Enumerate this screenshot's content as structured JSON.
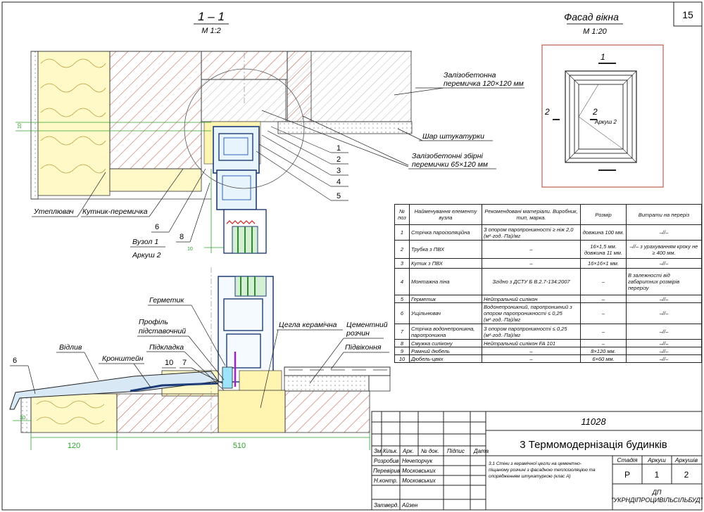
{
  "sheet_no": "15",
  "section": {
    "title": "1 – 1",
    "scale": "М 1:2"
  },
  "facade": {
    "title": "Фасад вікна",
    "scale": "М 1:20",
    "mark1": "1",
    "mark2": "2",
    "mark2b": "2",
    "sheet_ref": "Аркуш 2"
  },
  "callouts": {
    "lintel": "Залізобетонна перемичка 120×120 мм",
    "plaster": "Шар штукатурки",
    "prefab": "Залізобетонні збірні перемички 65×120 мм",
    "insulation": "Утеплювач",
    "corner": "Кутник-перемичка",
    "node": "Вузол 1",
    "sheet": "Аркуш 2",
    "sealant": "Герметик",
    "profile": "Профіль підставочний",
    "pad": "Підкладка",
    "bracket": "Кронштейн",
    "drip": "Відлив",
    "brick": "Цегла керамічна",
    "mortar": "Цементний розчин",
    "sill": "Підвіконня"
  },
  "nums": {
    "n1": "1",
    "n2": "2",
    "n3": "3",
    "n4": "4",
    "n5": "5",
    "n6": "6",
    "n8": "8",
    "n6b": "6",
    "n10": "10",
    "n7": "7"
  },
  "dims": {
    "d10a": "10",
    "d10b": "10",
    "d30": "30",
    "d120": "120",
    "d510": "510"
  },
  "spec": {
    "headers": [
      "№ поз",
      "Найменування елементу вузла",
      "Рекомендовані матеріали. Виробник, тип, марка.",
      "Розмір",
      "Витрати на переріз"
    ],
    "rows": [
      {
        "no": "1",
        "name": "Стрічка пароізоляційна",
        "mat": "З опором паропроникності ≥ ніж 2,0 (м²·год.·Па)/мг",
        "size": "довжина 100 мм.",
        "use": "–//–"
      },
      {
        "no": "2",
        "name": "Трубка з ПВХ",
        "mat": "–",
        "size": "16×1,5 мм. довжина 11 мм.",
        "use": "–//– з урахуванням кроку не ≥ 400 мм."
      },
      {
        "no": "3",
        "name": "Кутик з ПВХ",
        "mat": "–",
        "size": "16×16×1 мм.",
        "use": "–//–"
      },
      {
        "no": "4",
        "name": "Монтажна піна",
        "mat": "Згідно з ДСТУ Б В.2.7-134:2007",
        "size": "–",
        "use": "В залежності від габаритних розмірів перерізу"
      },
      {
        "no": "5",
        "name": "Герметик",
        "mat": "Нейтральний силікон",
        "size": "–",
        "use": "–//–"
      },
      {
        "no": "6",
        "name": "Ущільнювач",
        "mat": "Водонепроникний, паропроникний з опором паропроникності ≤ 0,25 (м²·год.·Па)/мг",
        "size": "–",
        "use": "–//–"
      },
      {
        "no": "7",
        "name": "Стрічка водонепроникна, паропроникна",
        "mat": "З опором паропроникності ≤ 0,25 (м²·год.·Па)/мг",
        "size": "–",
        "use": "–//–"
      },
      {
        "no": "8",
        "name": "Смужка силікону",
        "mat": "Нейтральний силікон FA 101",
        "size": "–",
        "use": "–//–"
      },
      {
        "no": "9",
        "name": "Рамний дюбель",
        "mat": "–",
        "size": "8×120 мм.",
        "use": "–//–"
      },
      {
        "no": "10",
        "name": "Дюбель-цвях",
        "mat": "–",
        "size": "6×60 мм.",
        "use": "–//–"
      }
    ]
  },
  "stamp": {
    "code": "11028",
    "title": "3 Термомодернізація будинків",
    "desc": "3.1 Стіни з керамічної цегли на цементно-піщаному розчині з фасадною теплоізоляцією та опорядженням штукатуркою (клас А)",
    "cols": [
      "Зм.",
      "Кільк.",
      "Арк.",
      "№ док.",
      "Підпис",
      "Дата"
    ],
    "roles": [
      {
        "role": "Розробив",
        "name": "Нечепорчук"
      },
      {
        "role": "Перевірив",
        "name": "Московських"
      },
      {
        "role": "Н.контр.",
        "name": "Московських"
      },
      {
        "role": "Затверд.",
        "name": "Айзен"
      }
    ],
    "stage_h": "Стадія",
    "sheet_h": "Аркуш",
    "sheets_h": "Аркушів",
    "stage": "Р",
    "sheet": "1",
    "sheets": "2",
    "org1": "ДП",
    "org2": "\"УКРНДІПРОЦИВІЛЬСІЛЬБУД\""
  }
}
